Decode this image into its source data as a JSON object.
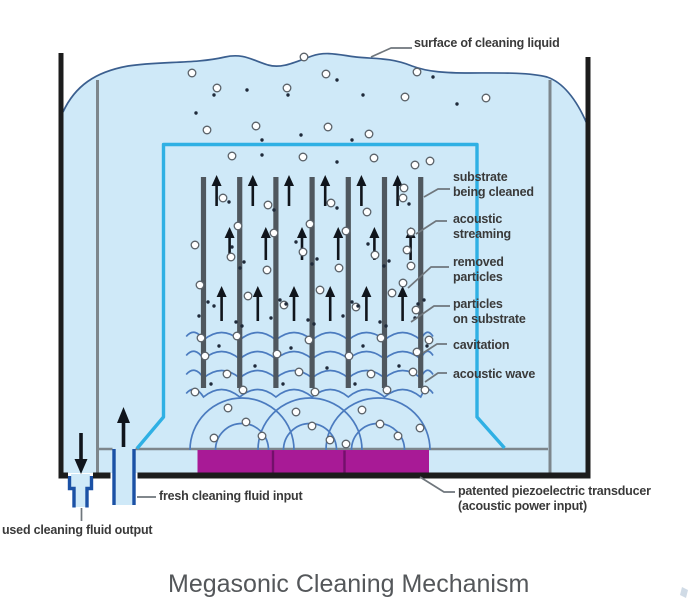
{
  "title": "Megasonic Cleaning Mechanism",
  "labels": {
    "surface": "surface of cleaning liquid",
    "substrate": "substrate\nbeing cleaned",
    "streaming": "acoustic\nstreaming",
    "removed": "removed\nparticles",
    "on_substrate": "particles\non substrate",
    "cavitation": "cavitation",
    "acoustic_wave": "acoustic wave",
    "transducer": "patented piezoelectric transducer\n(acoustic power input)",
    "fresh_input": "fresh cleaning fluid input",
    "used_output": "used cleaning fluid output"
  },
  "colors": {
    "liquid": "#cfe9f8",
    "surface_line": "#3b5f8f",
    "wall": "#1c1c1c",
    "liner": "#7d868c",
    "vessel": "#2fb0e4",
    "substrate": "#4f575e",
    "arrow": "#10151c",
    "wave": "#4b7bbf",
    "bubble": "#5a6168",
    "particle": "#1f2a3a",
    "transducer": "#a81a96",
    "transducer_divider": "#73106b",
    "pipe": "#1b51a5",
    "label": "#3a3a3a",
    "title": "#54575a",
    "leader": "#6f767c"
  }
}
